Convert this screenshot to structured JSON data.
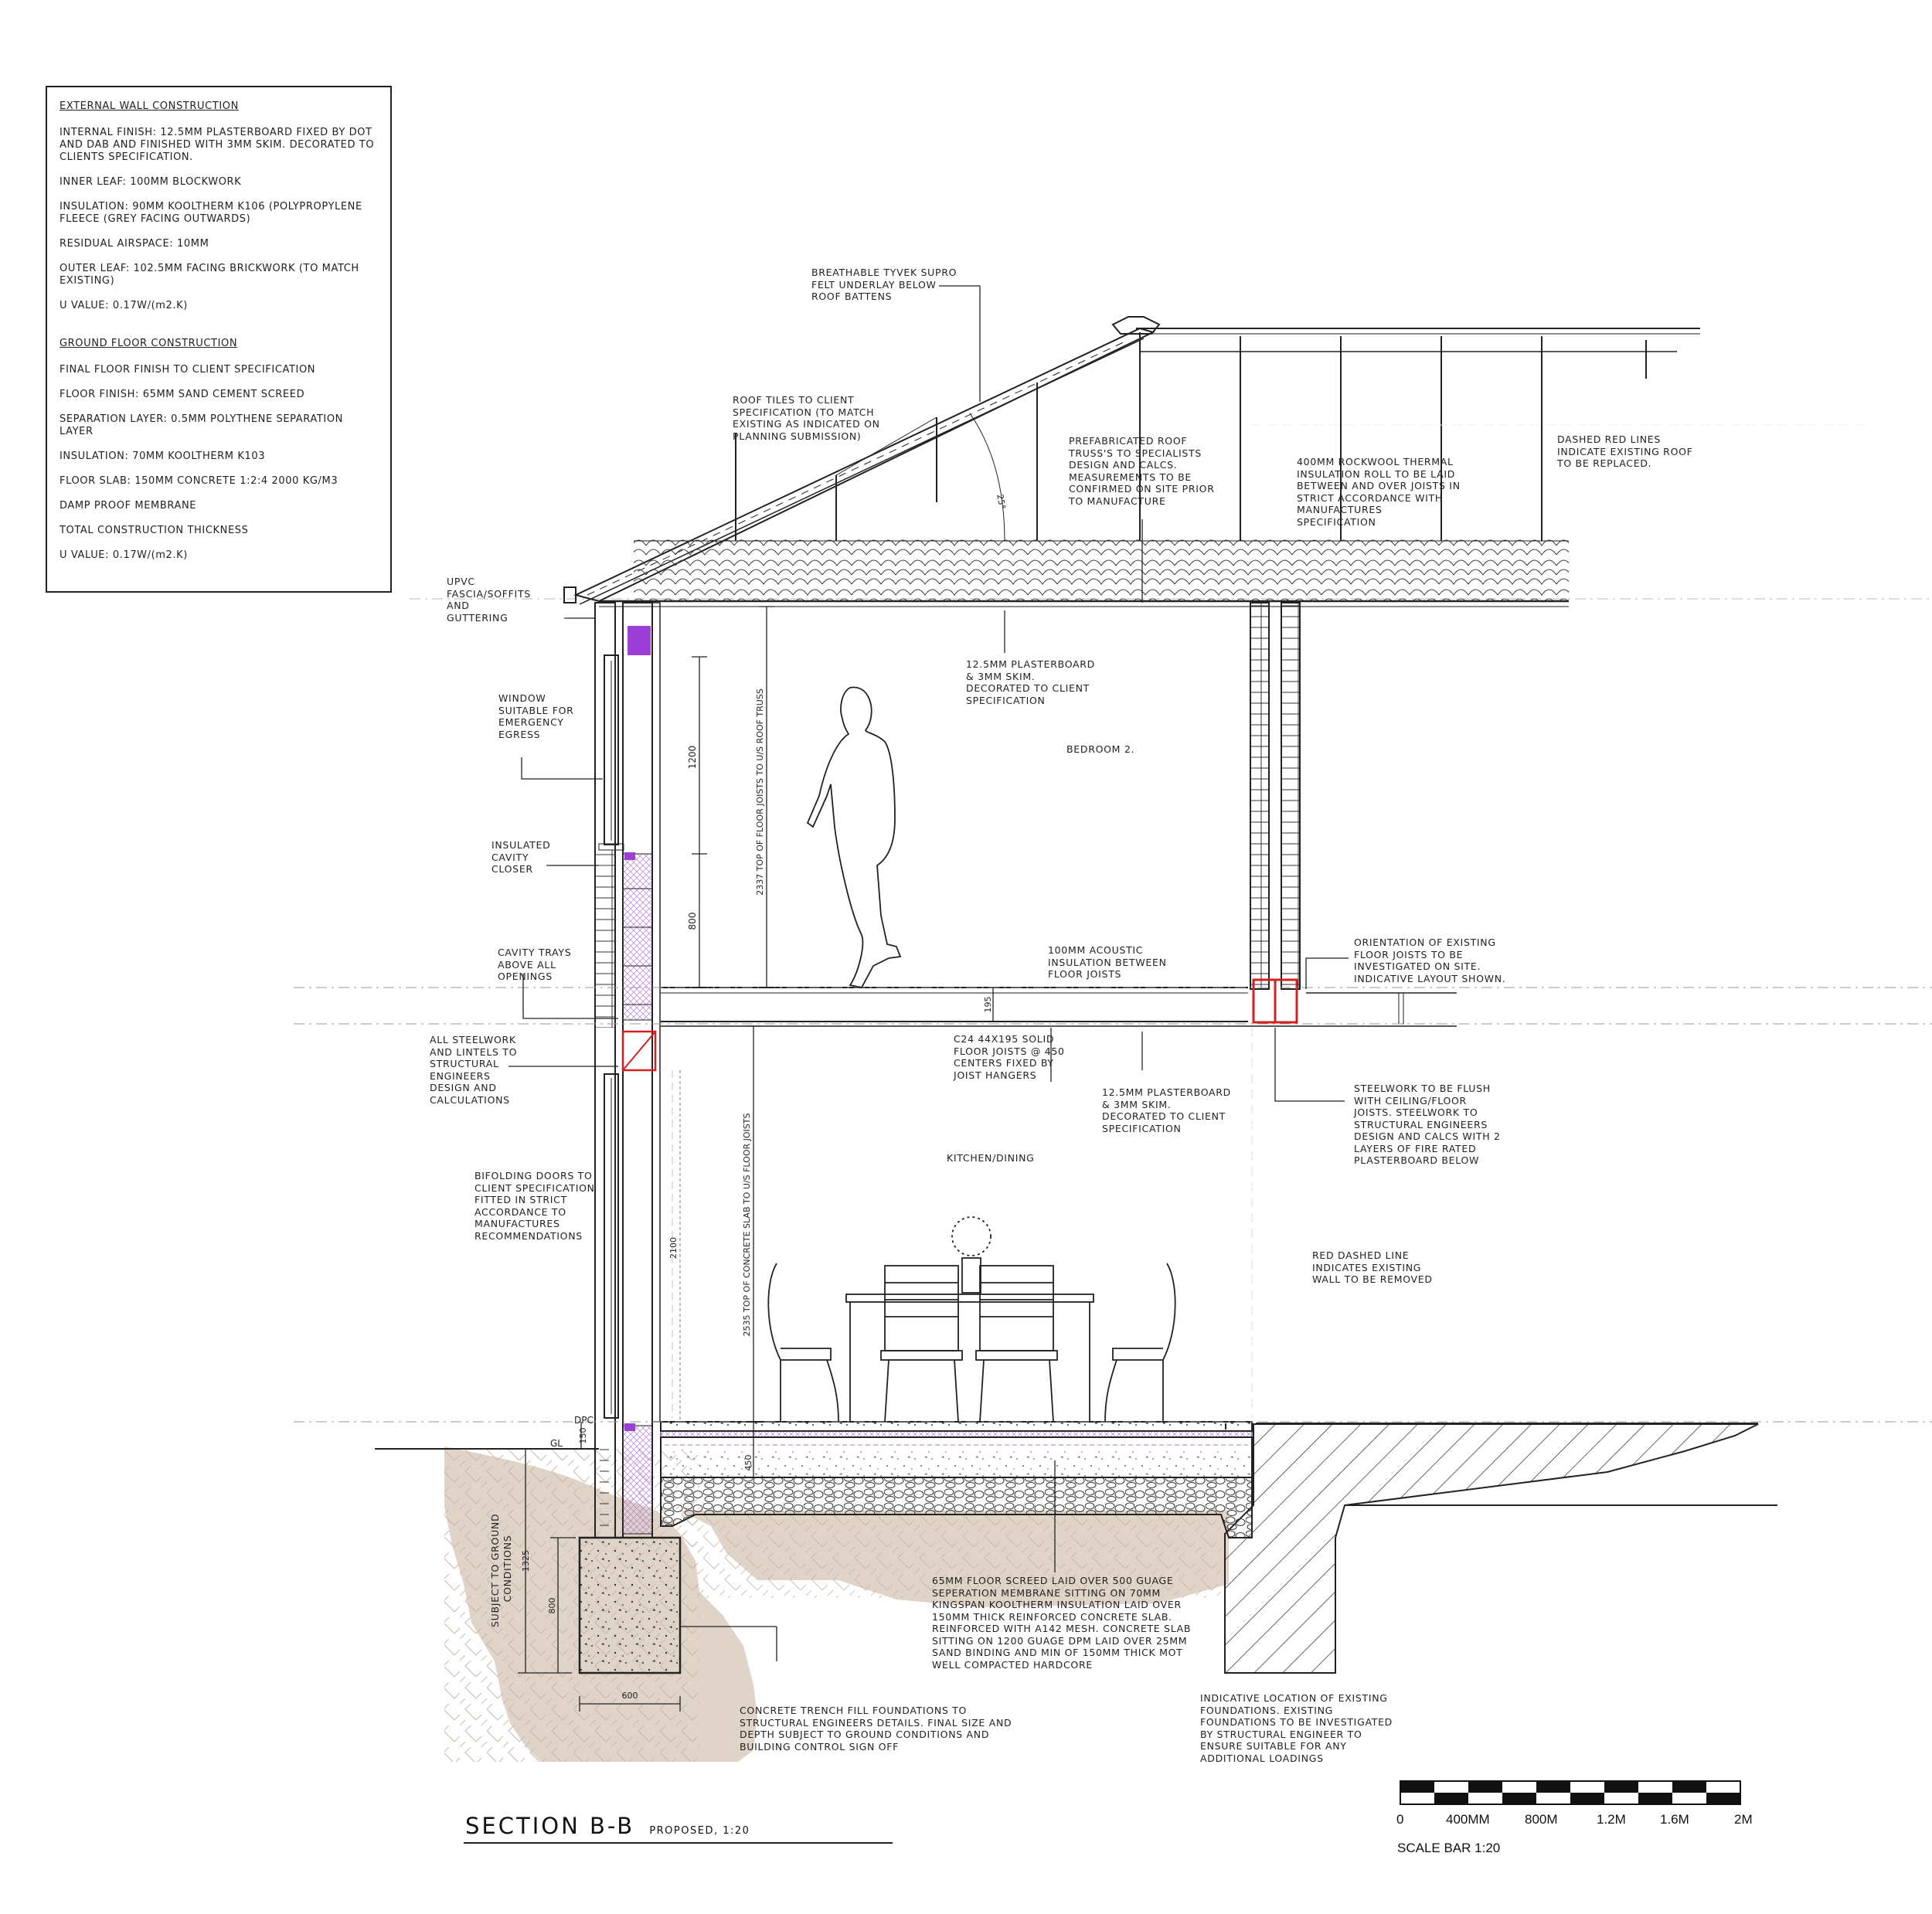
{
  "external_wall": {
    "heading": "EXTERNAL WALL  CONSTRUCTION",
    "items": [
      "INTERNAL FINISH: 12.5MM PLASTERBOARD FIXED BY DOT AND DAB AND FINISHED WITH 3MM SKIM. DECORATED TO CLIENTS SPECIFICATION.",
      "INNER LEAF: 100MM BLOCKWORK",
      "INSULATION: 90MM KOOLTHERM K106 (POLYPROPYLENE FLEECE (GREY FACING OUTWARDS)",
      "RESIDUAL AIRSPACE: 10MM",
      "OUTER LEAF: 102.5MM FACING BRICKWORK (TO MATCH EXISTING)",
      "U VALUE: 0.17W/(m2.K)"
    ]
  },
  "ground_floor": {
    "heading": "GROUND FLOOR CONSTRUCTION",
    "items": [
      "FINAL FLOOR FINISH TO CLIENT SPECIFICATION",
      "FLOOR FINISH: 65MM SAND CEMENT SCREED",
      "SEPARATION LAYER: 0.5MM POLYTHENE SEPARATION LAYER",
      "INSULATION: 70MM KOOLTHERM K103",
      "FLOOR SLAB: 150MM CONCRETE 1:2:4 2000 KG/M3",
      "DAMP PROOF MEMBRANE",
      "TOTAL CONSTRUCTION THICKNESS",
      "U VALUE: 0.17W/(m2.K)"
    ]
  },
  "notes": {
    "tyvek": "BREATHABLE TYVEK SUPRO\nFELT UNDERLAY BELOW\nROOF BATTENS",
    "roof_tiles": "ROOF TILES TO CLIENT\nSPECIFICATION (TO MATCH\nEXISTING AS INDICATED ON\nPLANNING SUBMISSION)",
    "trusses": "PREFABRICATED ROOF\nTRUSS'S TO SPECIALISTS\nDESIGN AND CALCS.\nMEASUREMENTS TO BE\nCONFIRMED ON SITE PRIOR\nTO MANUFACTURE",
    "rockwool": "400MM ROCKWOOL THERMAL\nINSULATION ROLL TO BE LAID\nBETWEEN AND OVER JOISTS IN\nSTRICT ACCORDANCE WITH\nMANUFACTURES\nSPECIFICATION",
    "dashed_roof": "DASHED RED LINES\nINDICATE EXISTING ROOF\nTO BE REPLACED.",
    "upvc": "UPVC\nFASCIA/SOFFITS\nAND\nGUTTERING",
    "plasterboard_upper": "12.5MM PLASTERBOARD\n& 3MM SKIM.\nDECORATED TO CLIENT\nSPECIFICATION",
    "bedroom": "BEDROOM 2.",
    "window": "WINDOW\nSUITABLE FOR\nEMERGENCY\nEGRESS",
    "cavity_closer": "INSULATED\nCAVITY\nCLOSER",
    "cavity_trays": "CAVITY TRAYS\nABOVE ALL\nOPENINGS",
    "acoustic": "100MM ACOUSTIC\nINSULATION BETWEEN\nFLOOR JOISTS",
    "orientation": "ORIENTATION OF EXISTING\nFLOOR JOISTS TO BE\nINVESTIGATED ON SITE.\nINDICATIVE LAYOUT SHOWN.",
    "steelwork_lintels": "ALL STEELWORK\nAND LINTELS TO\nSTRUCTURAL\nENGINEERS\nDESIGN AND\nCALCULATIONS",
    "joists": "C24 44X195 SOLID\nFLOOR JOISTS @ 450\nCENTERS FIXED BY\nJOIST HANGERS",
    "plasterboard_lower": "12.5MM PLASTERBOARD\n& 3MM SKIM.\nDECORATED TO CLIENT\nSPECIFICATION",
    "steelwork_flush": "STEELWORK TO BE FLUSH\nWITH CEILING/FLOOR\nJOISTS. STEELWORK TO\nSTRUCTURAL ENGINEERS\nDESIGN AND CALCS WITH 2\nLAYERS OF FIRE RATED\nPLASTERBOARD BELOW",
    "kitchen": "KITCHEN/DINING",
    "bifold": "BIFOLDING DOORS TO\nCLIENT SPECIFICATION\nFITTED IN STRICT\nACCORDANCE TO\nMANUFACTURES\nRECOMMENDATIONS",
    "red_dashed_wall": "RED DASHED LINE\nINDICATES EXISTING\nWALL TO BE REMOVED",
    "screed": "65MM FLOOR SCREED LAID OVER 500 GUAGE\nSEPERATION MEMBRANE SITTING ON 70MM\nKINGSPAN KOOLTHERM INSULATION LAID OVER\n150MM THICK REINFORCED CONCRETE SLAB.\nREINFORCED WITH A142 MESH. CONCRETE SLAB\nSITTING ON 1200 GUAGE DPM LAID OVER 25MM\nSAND BINDING AND MIN OF 150MM THICK MOT\nWELL COMPACTED HARDCORE",
    "trench": "CONCRETE TRENCH FILL FOUNDATIONS TO\nSTRUCTURAL ENGINEERS DETAILS. FINAL SIZE AND\nDEPTH SUBJECT TO GROUND CONDITIONS AND\nBUILDING CONTROL SIGN OFF",
    "existing_found": "INDICATIVE LOCATION OF EXISTING\nFOUNDATIONS. EXISTING\nFOUNDATIONS TO BE INVESTIGATED\nBY STRUCTURAL ENGINEER TO\nENSURE SUITABLE FOR ANY\nADDITIONAL LOADINGS",
    "ground_cond": "SUBJECT TO GROUND\nCONDITIONS"
  },
  "dims": {
    "pitch": "25°",
    "d1200": "1200",
    "d800_window": "800",
    "d2337": "2337 TOP OF FLOOR JOISTS TO U/S ROOF TRUSS",
    "d195": "195",
    "d2535": "2535 TOP OF CONCRETE SLAB TO U/S FLOOR JOISTS",
    "d2100": "2100",
    "dpc": "DPC",
    "gl": "GL",
    "d150": "150",
    "d450": "450",
    "d1325": "1325",
    "d800_found": "800",
    "d600": "600"
  },
  "title": {
    "main": "SECTION B-B",
    "sub": "PROPOSED, 1:20"
  },
  "scale_bar": {
    "labels": [
      "0",
      "400MM",
      "800M",
      "1.2M",
      "1.6M",
      "2M"
    ],
    "caption": "SCALE BAR 1:20"
  },
  "colors": {
    "ground": "#e0d3c8",
    "insulation": "#9b3fd6",
    "steel_red": "#d42020",
    "line": "#222222"
  }
}
